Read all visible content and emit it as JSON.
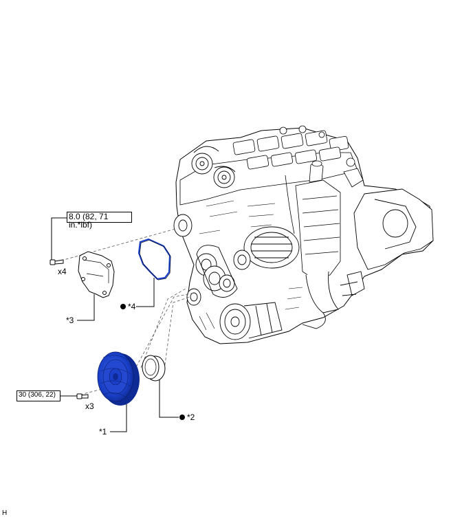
{
  "callouts": {
    "torque_upper": "8.0 (82, 71 in.*lbf)",
    "qty_upper": "x4",
    "part_3": "*3",
    "part_4": "*4",
    "torque_lower": "30 (306, 22)",
    "qty_lower": "x3",
    "part_1": "*1",
    "part_2": "*2"
  },
  "figure_code": "H",
  "colors": {
    "highlight": "#1a3fc8",
    "line": "#000000",
    "background": "#ffffff"
  }
}
